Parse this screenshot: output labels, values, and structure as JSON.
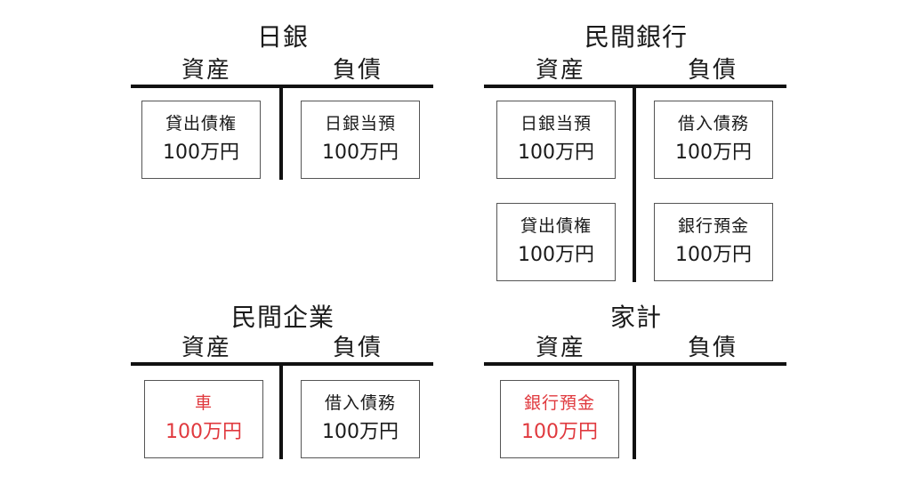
{
  "accounts": [
    {
      "title": "日銀",
      "assets_label": "資産",
      "liabilities_label": "負債",
      "assets": [
        {
          "name": "貸出債権",
          "amount": "100万円",
          "highlight": false
        }
      ],
      "liabilities": [
        {
          "name": "日銀当預",
          "amount": "100万円",
          "highlight": false
        }
      ]
    },
    {
      "title": "民間銀行",
      "assets_label": "資産",
      "liabilities_label": "負債",
      "assets": [
        {
          "name": "日銀当預",
          "amount": "100万円",
          "highlight": false
        },
        {
          "name": "貸出債権",
          "amount": "100万円",
          "highlight": false
        }
      ],
      "liabilities": [
        {
          "name": "借入債務",
          "amount": "100万円",
          "highlight": false
        },
        {
          "name": "銀行預金",
          "amount": "100万円",
          "highlight": false
        }
      ]
    },
    {
      "title": "民間企業",
      "assets_label": "資産",
      "liabilities_label": "負債",
      "assets": [
        {
          "name": "車",
          "amount": "100万円",
          "highlight": true
        }
      ],
      "liabilities": [
        {
          "name": "借入債務",
          "amount": "100万円",
          "highlight": false
        }
      ]
    },
    {
      "title": "家計",
      "assets_label": "資産",
      "liabilities_label": "負債",
      "assets": [
        {
          "name": "銀行預金",
          "amount": "100万円",
          "highlight": true
        }
      ],
      "liabilities": []
    }
  ],
  "colors": {
    "line": "#111111",
    "text": "#1a1a1a",
    "highlight": "#e0393e",
    "box_border": "#555555"
  }
}
